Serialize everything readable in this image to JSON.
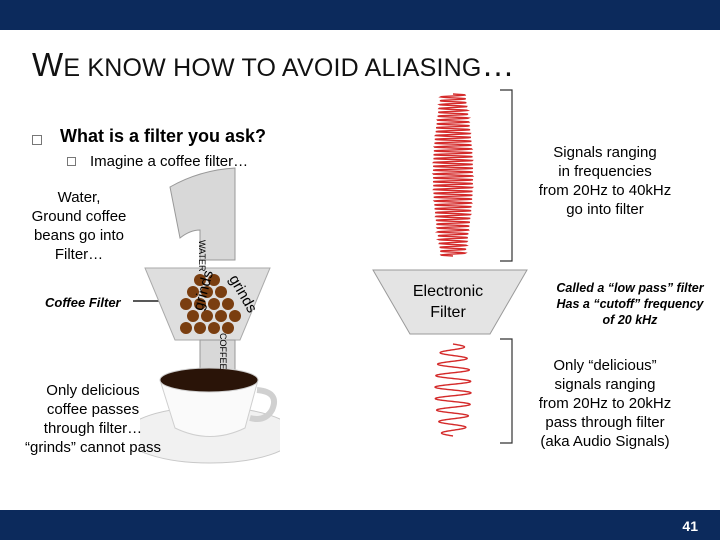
{
  "slide": {
    "title_first_letter": "W",
    "title_rest": "E KNOW HOW TO AVOID ALIASING",
    "title_ellipsis": "…",
    "page_number": "41"
  },
  "bullets": {
    "level1": "What is a filter you ask?",
    "level2": "Imagine a coffee filter…"
  },
  "coffee": {
    "water_text": [
      "Water,",
      "Ground coffee",
      "beans go into",
      "Filter…"
    ],
    "water_label": "WATER",
    "filter_label": "Coffee Filter",
    "grinds_left": "grinds",
    "grinds_right": "grinds",
    "coffee_label": "COFFEE",
    "passes_text": [
      "Only delicious",
      "coffee passes",
      "through filter…",
      "“grinds” cannot pass"
    ]
  },
  "electronic": {
    "input_text": [
      "Signals ranging",
      "in frequencies",
      "from 20Hz to 40kHz",
      "go into filter"
    ],
    "filter_text": [
      "Electronic",
      "Filter"
    ],
    "low_pass_text": [
      "Called a “low pass” filter",
      "Has a “cutoff” frequency",
      "of 20 kHz"
    ],
    "output_text": [
      "Only “delicious”",
      "signals ranging",
      "from 20Hz to 20kHz",
      "pass through filter",
      "(aka Audio Signals)"
    ]
  },
  "colors": {
    "bar": "#0c2a5c",
    "signal": "#d42a2a",
    "coffee_bean": "#7a3e10",
    "funnel": "#dcdcdc"
  }
}
